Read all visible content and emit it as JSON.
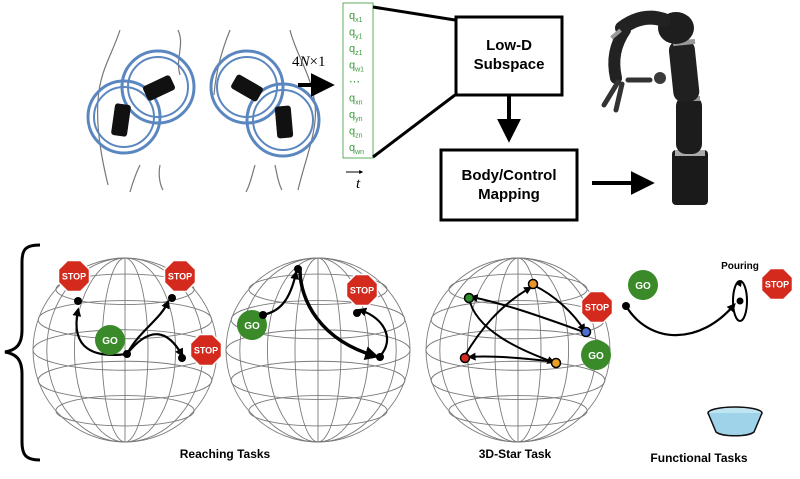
{
  "pipeline": {
    "dim_label_prefix": "4",
    "dim_label_N": "N",
    "dim_label_suffix": "×1",
    "quaternion_vector": [
      {
        "base": "q",
        "sub": "x1"
      },
      {
        "base": "q",
        "sub": "y1"
      },
      {
        "base": "q",
        "sub": "z1"
      },
      {
        "base": "q",
        "sub": "w1"
      },
      {
        "base": "⋯",
        "sub": ""
      },
      {
        "base": "q",
        "sub": "xn"
      },
      {
        "base": "q",
        "sub": "yn"
      },
      {
        "base": "q",
        "sub": "zn"
      },
      {
        "base": "q",
        "sub": "wn"
      }
    ],
    "time_label": "t",
    "subspace_line1": "Low-D",
    "subspace_line2": "Subspace",
    "mapping_line1": "Body/Control",
    "mapping_line2": "Mapping"
  },
  "tasks": {
    "stop_label": "STOP",
    "go_label": "GO",
    "pouring_label": "Pouring",
    "reaching_caption": "Reaching Tasks",
    "star_caption": "3D-Star Task",
    "functional_caption": "Functional Tasks"
  },
  "colors": {
    "stop_red": "#d42a1e",
    "go_green": "#3a8a2a",
    "vector_green": "#3b9a3b",
    "sensor_blue": "#5b87c0",
    "bowl_blue": "#9fd3ea",
    "star_green": "#2e8b2e",
    "star_orange": "#e8942a",
    "star_blue": "#4a6fd0",
    "star_yellow": "#e8a020",
    "star_red": "#d42a1e"
  }
}
